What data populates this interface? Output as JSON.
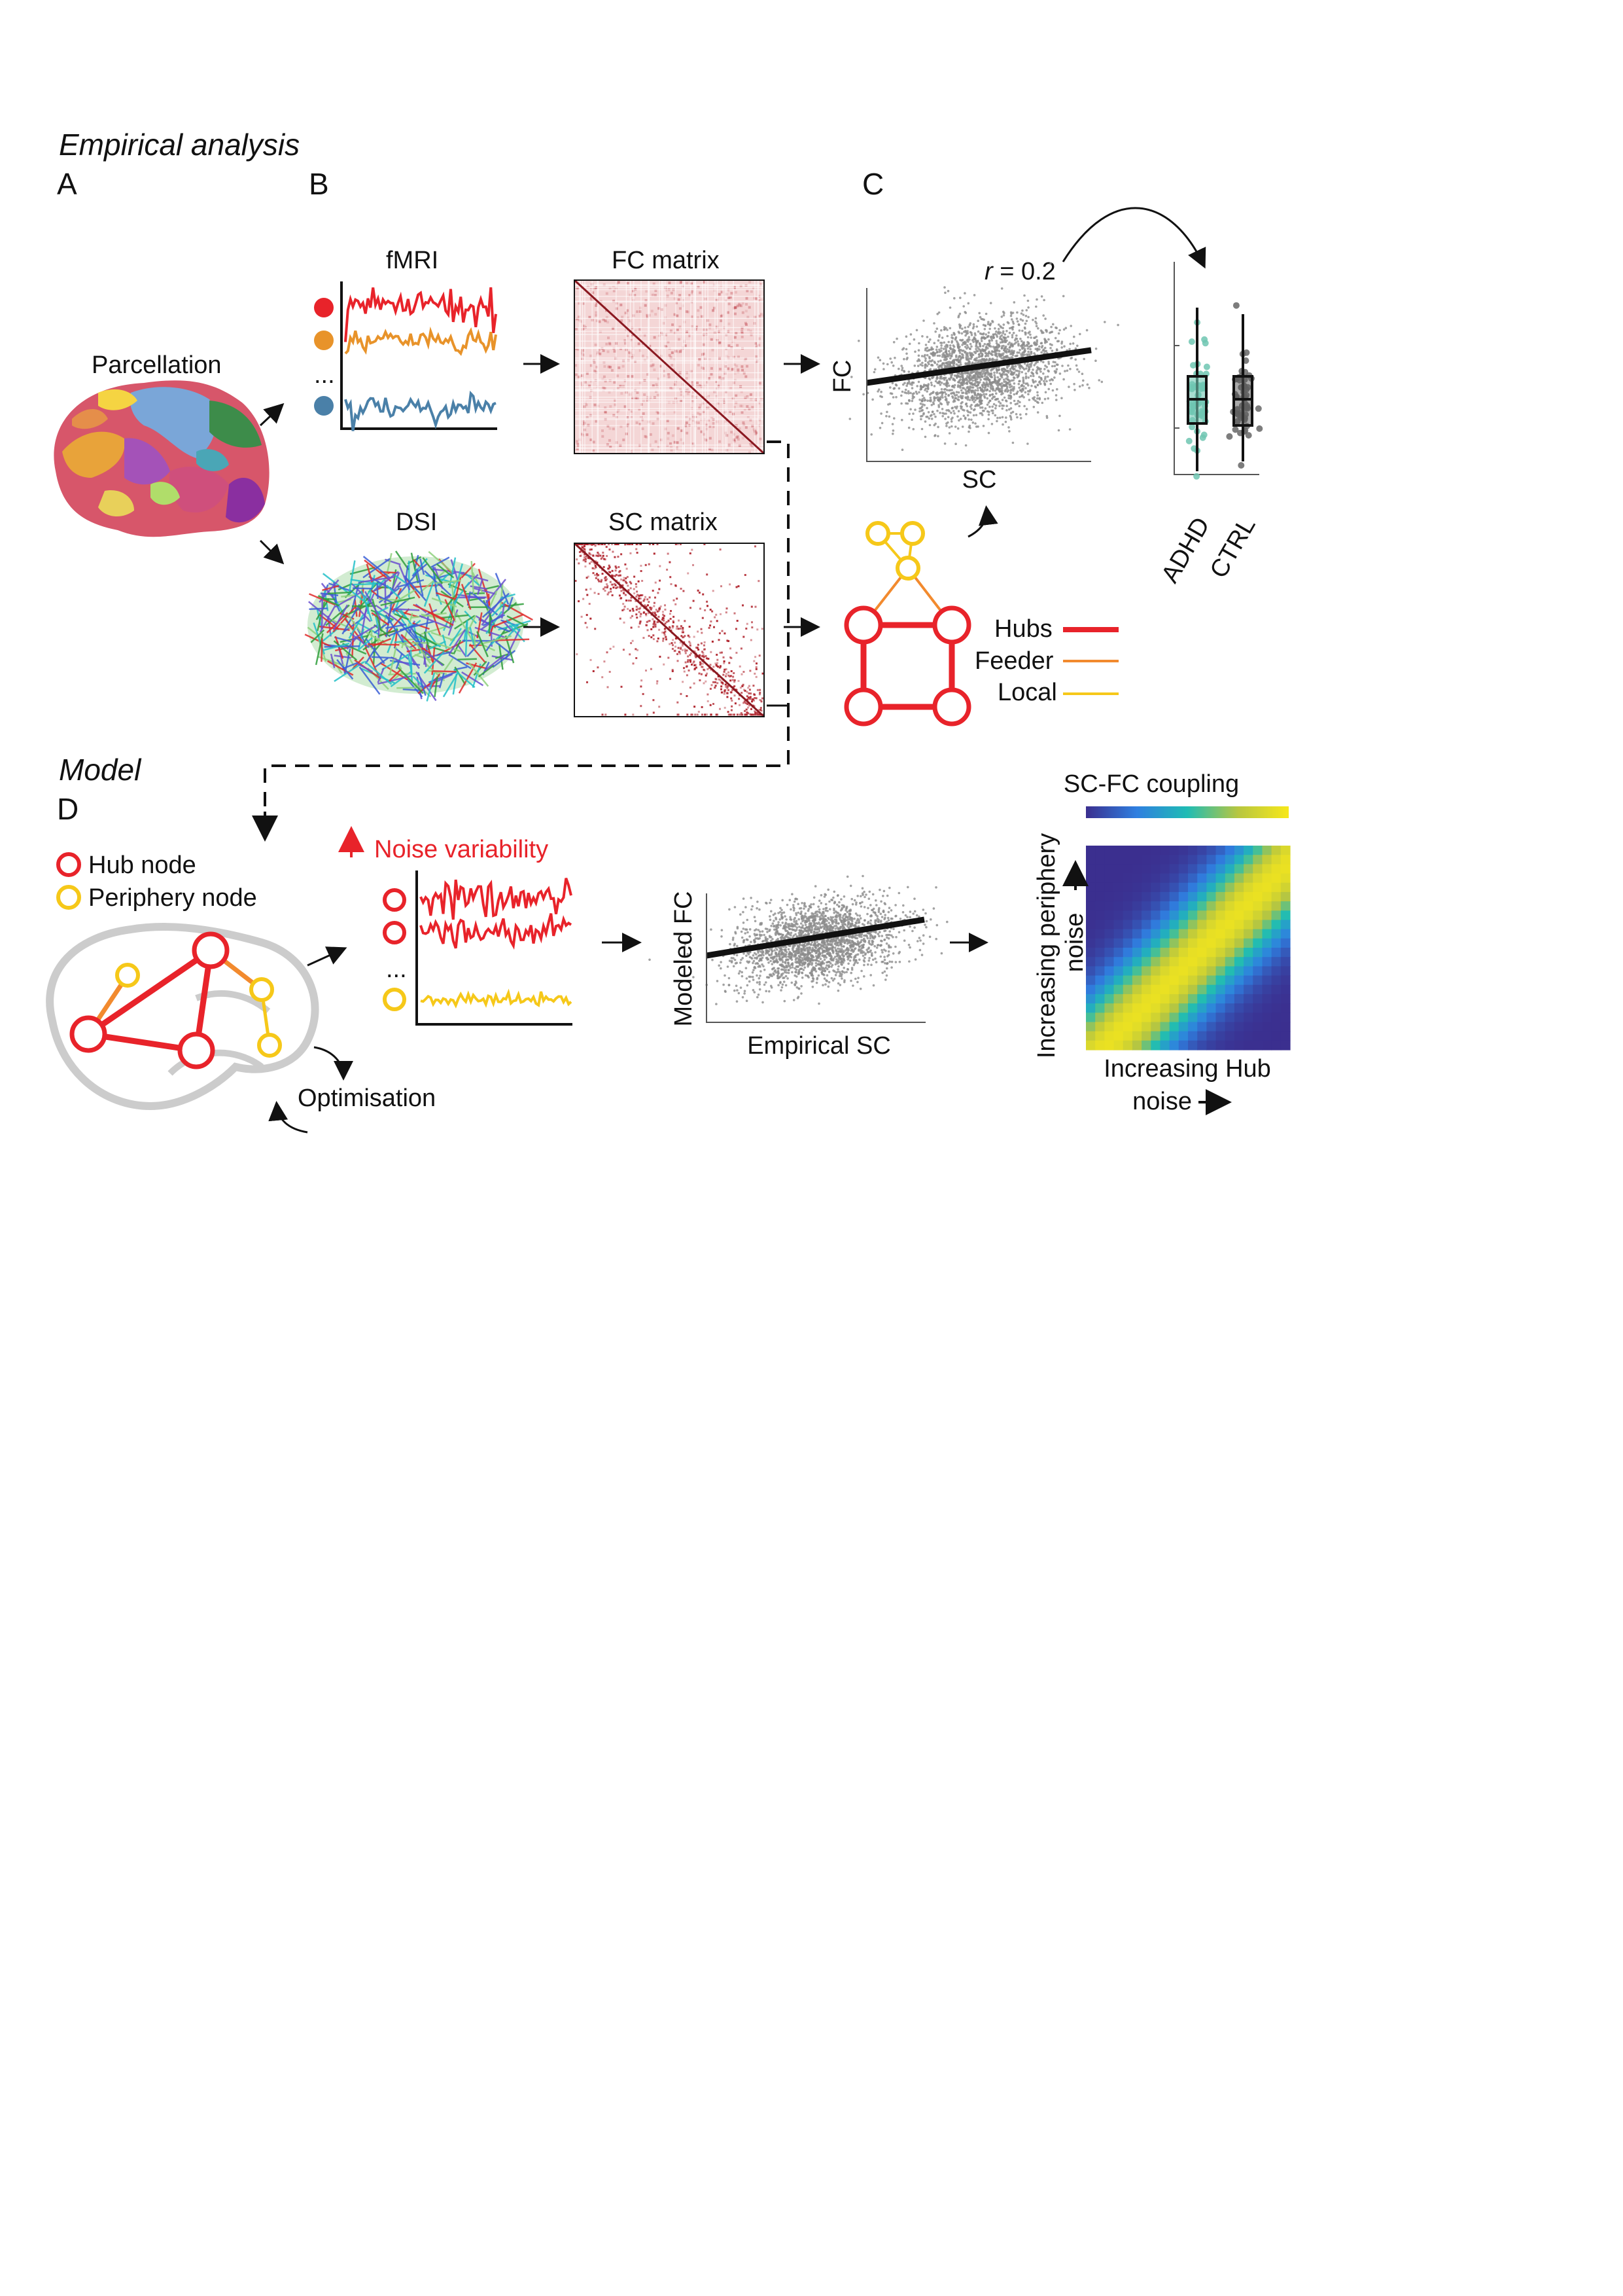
{
  "sections": {
    "empirical": "Empirical analysis",
    "model": "Model"
  },
  "panels": {
    "a": "A",
    "b": "B",
    "c": "C",
    "d": "D"
  },
  "panel_a": {
    "label": "Parcellation"
  },
  "panel_b": {
    "fmri_label": "fMRI",
    "ellipsis": "...",
    "dsi_label": "DSI",
    "fc_matrix_label": "FC matrix",
    "sc_matrix_label": "SC matrix"
  },
  "panel_c": {
    "r_symbol": "r",
    "r_rest": " = 0.2",
    "scatter_x": "SC",
    "scatter_y": "FC",
    "legend": {
      "hubs": "Hubs",
      "feeder": "Feeder",
      "local": "Local"
    },
    "groups": [
      "ADHD",
      "CTRL"
    ]
  },
  "panel_d": {
    "hub_node": "Hub node",
    "periphery_node": "Periphery node",
    "optimisation": "Optimisation",
    "noise_variability": "Noise variability",
    "ellipsis": "...",
    "scatter_x": "Empirical SC",
    "scatter_y": "Modeled FC",
    "colorbar_label": "SC-FC coupling",
    "heatmap_x_label": "Increasing Hub",
    "heatmap_x_label2": "noise",
    "heatmap_y_label": "Increasing periphery",
    "heatmap_y_label2": "noise"
  },
  "colors": {
    "hub": "#e8232a",
    "feeder": "#f28a2e",
    "local": "#f6c819",
    "fmri_orange": "#e8932a",
    "fmri_blue": "#4a80a8",
    "scatter_gray": "#8c8c8c",
    "adhd_teal": "#6fc6b2",
    "ctrl_gray": "#666666",
    "matrix_red": "#b0242d"
  },
  "chart_data": [
    {
      "type": "scatter",
      "panel": "C",
      "xlabel": "SC",
      "ylabel": "FC",
      "annotation": "r = 0.2",
      "r": 0.2
    },
    {
      "type": "box",
      "panel": "C",
      "categories": [
        "ADHD",
        "CTRL"
      ]
    },
    {
      "type": "scatter",
      "panel": "D",
      "xlabel": "Empirical SC",
      "ylabel": "Modeled FC"
    },
    {
      "type": "heatmap",
      "panel": "D",
      "title": "SC-FC coupling",
      "xlabel": "Increasing Hub noise",
      "ylabel": "Increasing periphery noise",
      "colormap": "viridis-like (high along diagonal)"
    }
  ]
}
